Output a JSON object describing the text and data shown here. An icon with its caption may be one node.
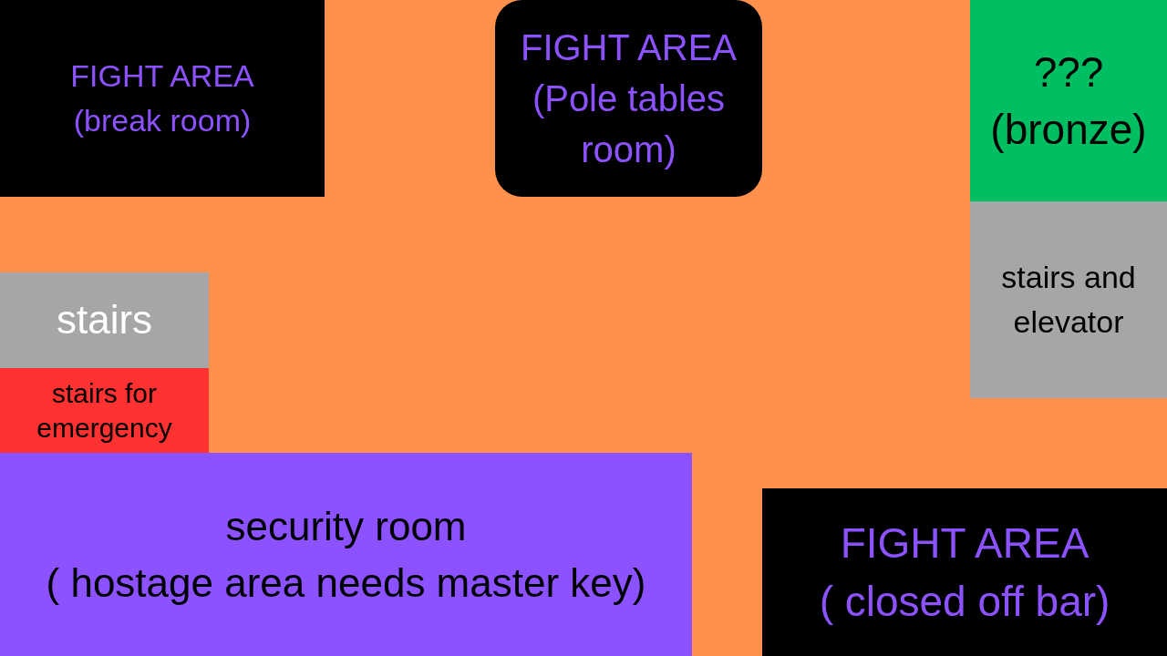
{
  "diagram": {
    "nodes": [
      {
        "text": [
          "FIGHT AREA",
          "(break room)"
        ]
      },
      {
        "text": [
          "FIGHT AREA",
          "(Pole tables room)"
        ]
      },
      {
        "text": [
          "???",
          "(bronze)"
        ]
      },
      {
        "text": [
          "stairs"
        ]
      },
      {
        "text": [
          "stairs and elevator"
        ]
      },
      {
        "text": [
          "stairs for emergency"
        ]
      },
      {
        "text": [
          "security room",
          "( hostage area needs master key)"
        ]
      },
      {
        "text": [
          "FIGHT AREA",
          "( closed off bar)"
        ]
      }
    ]
  }
}
